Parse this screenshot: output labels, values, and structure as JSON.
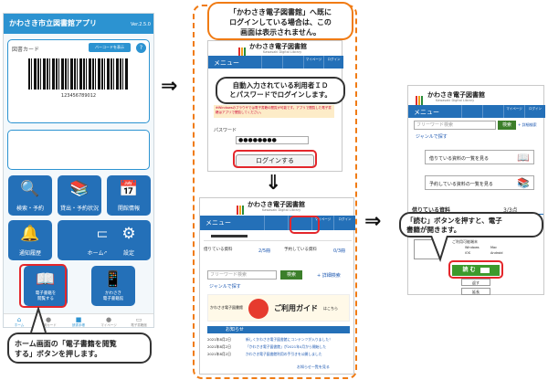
{
  "phone": {
    "app_title": "かわさき市立図書館アプリ",
    "version": "Ver.2.5.0",
    "card_label": "図書カード",
    "barcode_button": "バーコードを表示",
    "help_icon": "?",
    "barcode_number": "123456789012",
    "tiles": [
      {
        "icon": "🔍",
        "label": "検索・予約"
      },
      {
        "icon": "📚",
        "label": "貸出・予約状況"
      },
      {
        "icon": "📅",
        "label": "開館情報"
      },
      {
        "icon": "🔔",
        "label": "通知履歴"
      },
      {
        "icon": "▭",
        "label": "ホームページ"
      },
      {
        "icon": "⚙",
        "label": "設定"
      },
      {
        "icon": "📖",
        "label": "電子書籍を\n閲覧する"
      },
      {
        "icon": "📱",
        "label": "かわさき\n電子書籍館"
      }
    ],
    "nav": [
      {
        "icon": "⌂",
        "label": "ホーム"
      },
      {
        "icon": "●",
        "label": "利用カード"
      },
      {
        "icon": "■",
        "label": "読書手帳"
      },
      {
        "icon": "●",
        "label": "マイページ"
      },
      {
        "icon": "▭",
        "label": "電子書籍館"
      }
    ]
  },
  "callout_left": "ホーム画面の「電子書籍を閲覧\nする」ボタンを押します。",
  "callout_top": "「かわさき電子図書館」へ既に\nログインしている場合は、この\n画面は表示されません。",
  "callout_login": "自動入力されている利用者ＩＤ\nとパスワードでログインします。",
  "callout_right": "「読む」ボタンを押すと、電子\n書籍が開きます。",
  "arrows": {
    "a1": "⇒",
    "a2": "⇓",
    "a3": "⇒"
  },
  "lib": {
    "title": "かわさき電子図書館",
    "subtitle": "Kawasaki Digital Library",
    "menu": "メニュー",
    "col_labels": [
      "",
      ""
    ],
    "mypage": "マイページ",
    "login": "ログイン",
    "notice": "※Windowsのブラウザでは電子書籍の閲覧が可能です。アプリで閲覧した電子書籍はアプリで閲覧してください。",
    "password_label": "パスワード",
    "password_value": "●●●●●●●●",
    "login_button": "ログインする",
    "borrow_label": "借りている資料",
    "borrow_count": "2/5冊",
    "reserve_label": "予約している資料",
    "reserve_count": "0/3冊",
    "search_placeholder": "フリーワード検索",
    "search_button": "検索",
    "advanced_search": "+ 詳細検索",
    "genre_link": "ジャンルで探す",
    "guide_text": "ご利用ガイド",
    "guide_suffix": "はこちら",
    "guide_library": "かわさき電子図書館",
    "news_title": "お知らせ",
    "news": [
      {
        "date": "2021年8月2日",
        "text": "新しくかわさき電子図書館にコンテンツが入りました！"
      },
      {
        "date": "2021年8月2日",
        "text": "「かわさき電子図書館」が2021年4月から開始した"
      },
      {
        "date": "2021年8月2日",
        "text": "かわさき電子図書館利用の手引きを公開しました"
      }
    ],
    "news_more": "お知らせ一覧を見る"
  },
  "lib3": {
    "list_borrowed": "借りている資料の一覧を見る",
    "list_reserved": "予約している資料の一覧を見る",
    "borrowed_heading": "借りている資料",
    "borrowed_count": "3/3点",
    "platform_note": "ご利用可能端末",
    "platforms": [
      "Windows",
      "Mac",
      "iOS",
      "Android"
    ],
    "read_button": "読 む",
    "return_button": "返す",
    "extend_button": "延長"
  }
}
